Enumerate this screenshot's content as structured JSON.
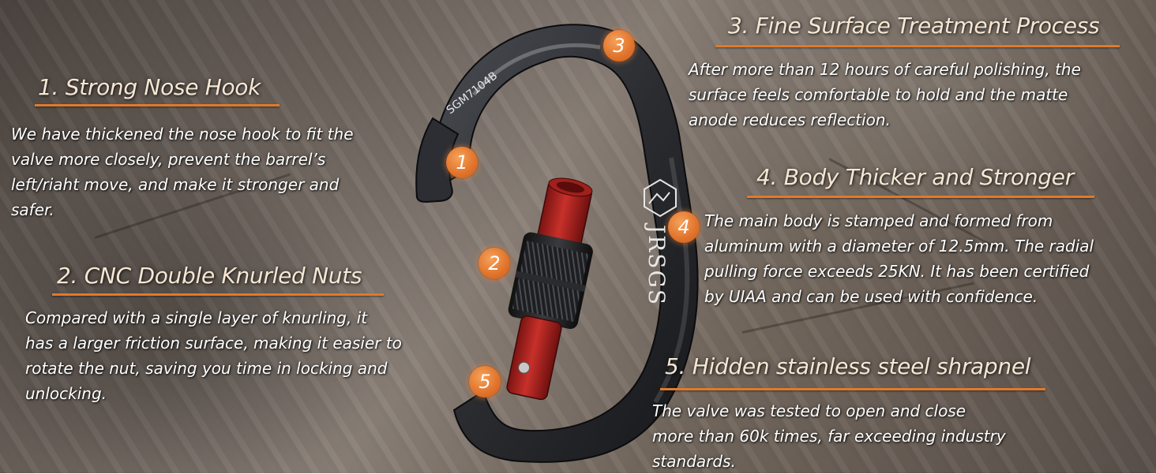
{
  "features": [
    {
      "number": "1",
      "title": "1. Strong Nose Hook",
      "lines": [
        "We have thickened the nose hook to fit the",
        "valve more closely, prevent the barrel’s",
        "left/riaht move, and make it stronger and",
        "safer."
      ]
    },
    {
      "number": "2",
      "title": "2. CNC Double Knurled Nuts",
      "lines": [
        "Compared with a single layer of knurling, it",
        "has a larger friction surface, making it easier to",
        "rotate the nut, saving you time in locking and",
        "unlocking."
      ]
    },
    {
      "number": "3",
      "title": "3. Fine Surface Treatment Process",
      "lines": [
        "After more than 12 hours of careful polishing, the",
        "surface feels comfortable to hold and the matte",
        "anode reduces reflection."
      ]
    },
    {
      "number": "4",
      "title": "4. Body Thicker and Stronger",
      "lines": [
        "The main body is stamped and formed from",
        "aluminum with a diameter of 12.5mm. The radial",
        "pulling force exceeds 25KN. It has been certified",
        "by UIAA and can be used with confidence."
      ]
    },
    {
      "number": "5",
      "title": "5. Hidden stainless steel shrapnel",
      "lines": [
        "The valve was tested to open and close",
        "more than 60k times, far exceeding industry",
        "standards."
      ]
    }
  ],
  "product": {
    "model": "SGM7104B",
    "brand": "JRSGS",
    "body_color": "#2b2d31",
    "gate_color": "#b3231f",
    "accent_color": "#e07a2c"
  }
}
